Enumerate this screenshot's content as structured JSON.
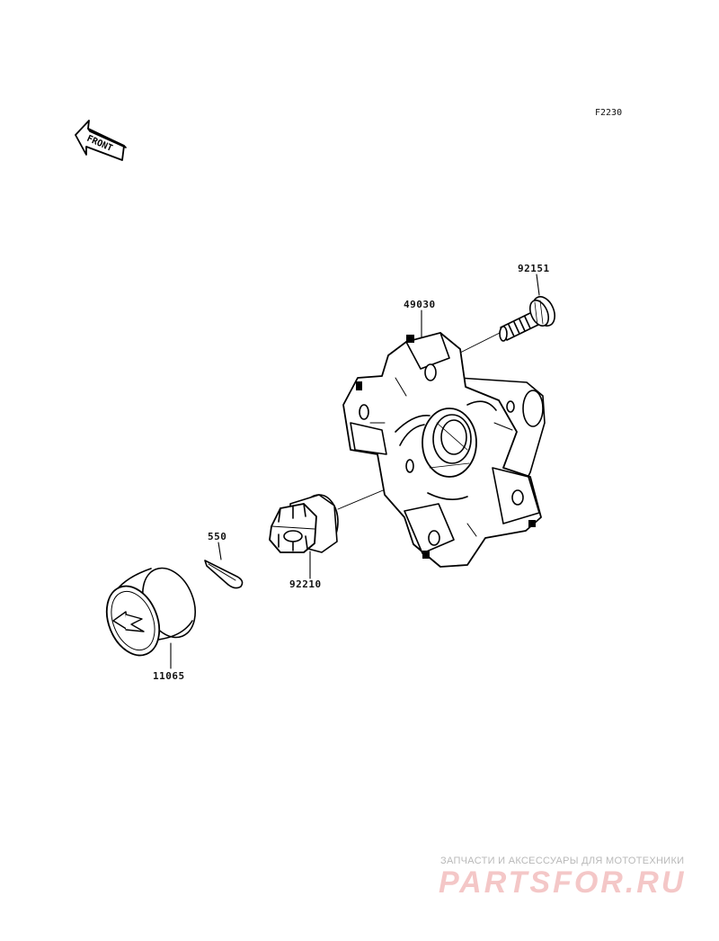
{
  "diagram": {
    "code": "F2230",
    "front_arrow_text": "FRONT",
    "parts": [
      {
        "number": "92151"
      },
      {
        "number": "49030"
      },
      {
        "number": "550"
      },
      {
        "number": "92210"
      },
      {
        "number": "11065"
      }
    ]
  },
  "watermark": {
    "tagline": "ЗАПЧАСТИ И АКСЕССУАРЫ ДЛЯ МОТОТЕХНИКИ",
    "logo": "PARTSFOR.RU"
  }
}
